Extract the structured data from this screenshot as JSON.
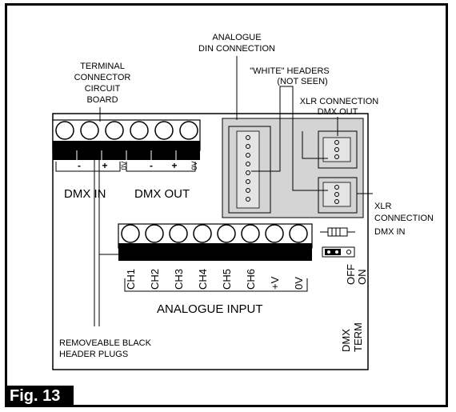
{
  "figure": {
    "caption": "Fig. 13"
  },
  "labels": {
    "analogue_din_line1": "ANALOGUE",
    "analogue_din_line2": "DIN CONNECTION",
    "terminal_line1": "TERMINAL",
    "terminal_line2": "CONNECTOR",
    "terminal_line3": "CIRCUIT",
    "terminal_line4": "BOARD",
    "white_headers_line1": "\"WHITE\" HEADERS",
    "white_headers_line2": "(NOT SEEN)",
    "xlr_out_line1": "XLR CONNECTION",
    "xlr_out_line2": "DMX OUT",
    "xlr_in_line1": "XLR",
    "xlr_in_line2": "CONNECTION",
    "xlr_in_line3": "DMX IN",
    "dmx_in": "DMX IN",
    "dmx_out": "DMX OUT",
    "analogue_input": "ANALOGUE INPUT",
    "removeable_line1": "REMOVEABLE BLACK",
    "removeable_line2": "HEADER PLUGS",
    "dmx_term_line1": "DMX",
    "dmx_term_line2": "TERM",
    "off": "OFF",
    "on": "ON"
  },
  "dmx_terminals": [
    "-",
    "+",
    "0V",
    "-",
    "+",
    "0V"
  ],
  "analogue_channels": [
    "CH1",
    "CH2",
    "CH3",
    "CH4",
    "CH5",
    "CH6",
    "+V",
    "0V"
  ],
  "colors": {
    "board_grey": "#d4d4d4",
    "line": "#000000"
  }
}
